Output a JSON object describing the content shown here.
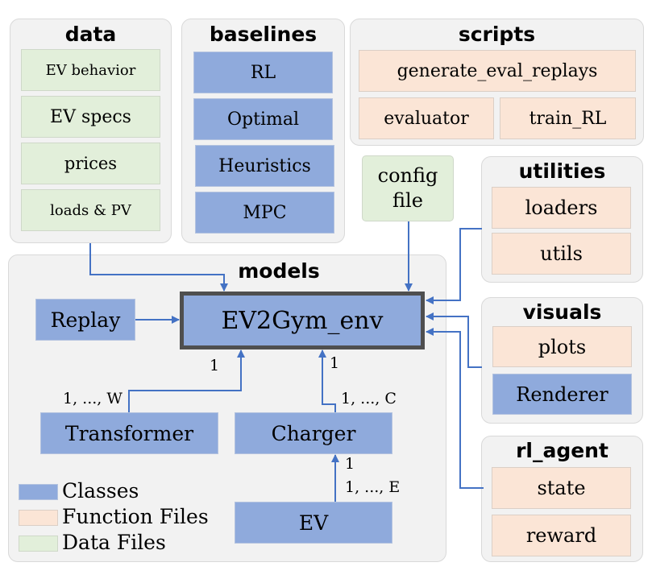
{
  "groups": {
    "data": {
      "title": "data",
      "items": [
        "EV behavior",
        "EV specs",
        "prices",
        "loads & PV"
      ]
    },
    "baselines": {
      "title": "baselines",
      "items": [
        "RL",
        "Optimal",
        "Heuristics",
        "MPC"
      ]
    },
    "scripts": {
      "title": "scripts",
      "items": [
        "generate_eval_replays",
        "evaluator",
        "train_RL"
      ]
    },
    "utilities": {
      "title": "utilities",
      "items": [
        "loaders",
        "utils"
      ]
    },
    "visuals": {
      "title": "visuals",
      "items": [
        "plots",
        "Renderer"
      ]
    },
    "rl_agent": {
      "title": "rl_agent",
      "items": [
        "state",
        "reward"
      ]
    },
    "models": {
      "title": "models"
    }
  },
  "config": {
    "line1": "config",
    "line2": "file"
  },
  "models": {
    "main": "EV2Gym_env",
    "replay": "Replay",
    "transformer": "Transformer",
    "charger": "Charger",
    "ev": "EV"
  },
  "multiplicity": {
    "transformer_to_env_top": "1",
    "transformer_to_env_bottom": "1, ..., W",
    "charger_to_env_top": "1",
    "charger_to_env_bottom": "1, ..., C",
    "ev_to_charger_top": "1",
    "ev_to_charger_bottom": "1, ..., E"
  },
  "legend": [
    {
      "label": "Classes",
      "color": "#8faadc"
    },
    {
      "label": "Function Files",
      "color": "#fbe5d6"
    },
    {
      "label": "Data Files",
      "color": "#e2efda"
    }
  ],
  "colors": {
    "arrow": "#4472c4",
    "class": "#8faadc",
    "function": "#fbe5d6",
    "data": "#e2efda"
  }
}
